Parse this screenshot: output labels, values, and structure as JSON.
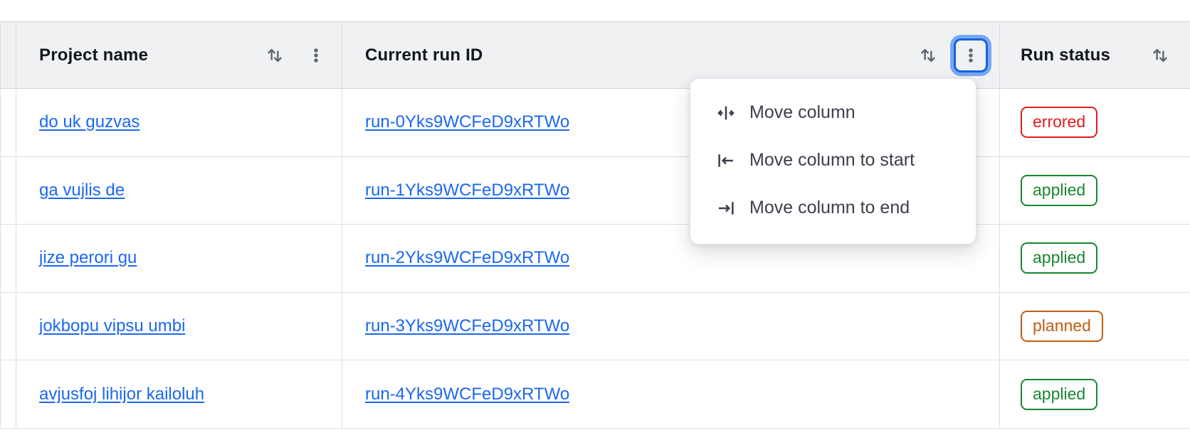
{
  "header": {
    "columns": [
      {
        "label": "Project name",
        "sort_icon": "up-down-arrows",
        "menu_icon": "kebab-dots"
      },
      {
        "label": "Current run ID",
        "sort_icon": "up-down-arrows",
        "menu_icon": "kebab-dots",
        "menu_button_state": "focused"
      },
      {
        "label": "Run status",
        "sort_icon": "up-down-arrows"
      }
    ]
  },
  "rows": [
    {
      "project": "do uk guzvas",
      "run_id": "run-0Yks9WCFeD9xRTWo",
      "status": "errored"
    },
    {
      "project": "ga vujlis de",
      "run_id": "run-1Yks9WCFeD9xRTWo",
      "status": "applied"
    },
    {
      "project": "jize perori gu",
      "run_id": "run-2Yks9WCFeD9xRTWo",
      "status": "applied"
    },
    {
      "project": "jokbopu vipsu umbi",
      "run_id": "run-3Yks9WCFeD9xRTWo",
      "status": "planned"
    },
    {
      "project": "avjusfoj lihijor kailoluh",
      "run_id": "run-4Yks9WCFeD9xRTWo",
      "status": "applied"
    }
  ],
  "menu": {
    "items": [
      {
        "icon": "move-column-icon",
        "label": "Move column"
      },
      {
        "icon": "move-column-to-start-icon",
        "label": "Move column to start"
      },
      {
        "icon": "move-column-to-end-icon",
        "label": "Move column to end"
      }
    ]
  },
  "colors": {
    "header_bg": "#f0f1f3",
    "border": "#dcdee2",
    "link": "#1b67f1",
    "icon_gray": "#5d6470",
    "status_errored": "#e11c1c",
    "status_applied": "#18862f",
    "status_planned": "#c15d11",
    "focus_border": "#1465dd",
    "focus_ring": "#78a7f5"
  }
}
